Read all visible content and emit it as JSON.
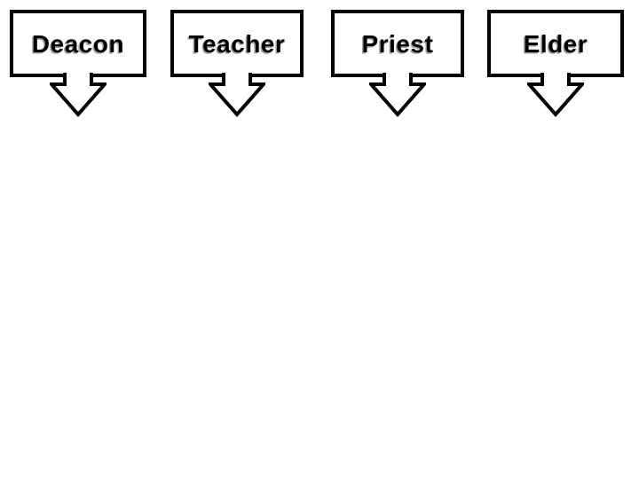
{
  "slide": {
    "background_color": "#ffffff",
    "roles": [
      {
        "label": "Deacon"
      },
      {
        "label": "Teacher"
      },
      {
        "label": "Priest"
      },
      {
        "label": "Elder"
      }
    ],
    "icons": {
      "arrow": "down-arrow-icon"
    },
    "colors": {
      "shape_border": "#000000",
      "shape_fill": "#ffffff",
      "text": "#000000",
      "text_shadow": "#9e9e9e"
    }
  }
}
